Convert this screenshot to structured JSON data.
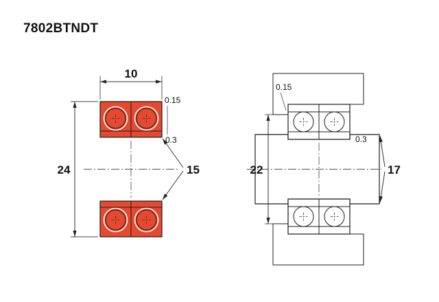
{
  "title": "7802BTNDT",
  "colors": {
    "seal": "#e5492f",
    "housing": "#d2d2d2",
    "outline": "#1c1c1c",
    "dim_text": "#111111"
  },
  "left_view": {
    "dims": {
      "width": "10",
      "outer_diameter": "24",
      "bore": "15",
      "outer_chamfer": "0.15",
      "inner_chamfer": "0.3"
    }
  },
  "right_view": {
    "dims": {
      "housing_shoulder": "22",
      "shaft_shoulder": "17",
      "housing_fillet": "0.15",
      "shaft_fillet": "0.3"
    }
  }
}
